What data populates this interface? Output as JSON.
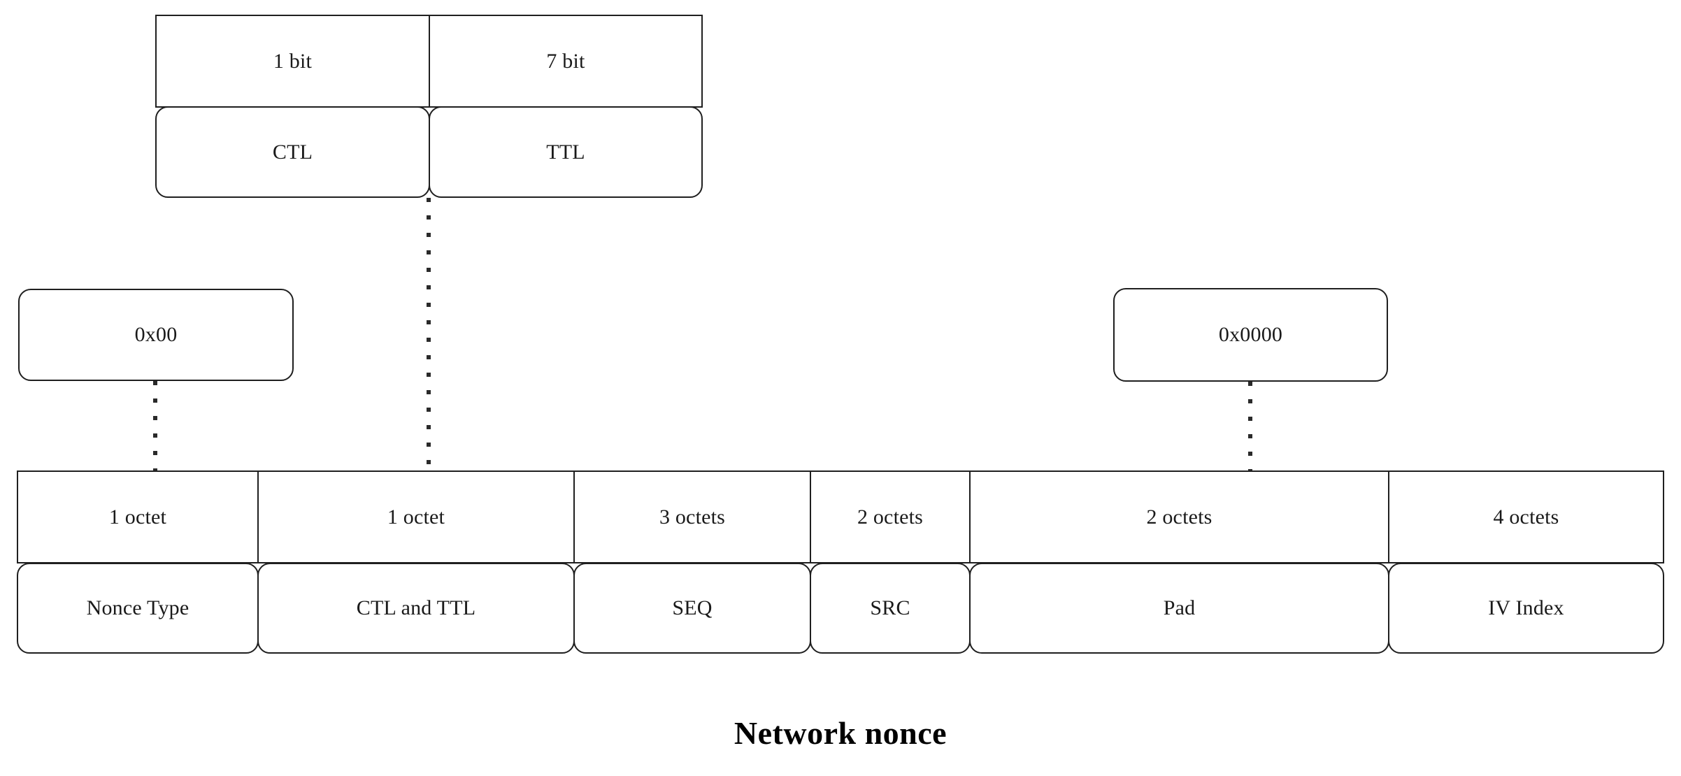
{
  "diagram": {
    "title": "Network nonce",
    "caption_color": "#000000",
    "stroke_color": "#1f1f1f",
    "background_color": "#ffffff"
  },
  "ctl_ttl_group": {
    "sizes": [
      {
        "label": "1 bit"
      },
      {
        "label": "7 bit"
      }
    ],
    "fields": [
      {
        "label": "CTL"
      },
      {
        "label": "TTL"
      }
    ]
  },
  "callouts": [
    {
      "name": "nonce-type-value",
      "label": "0x00"
    },
    {
      "name": "pad-value",
      "label": "0x0000"
    }
  ],
  "nonce_structure": {
    "sizes": [
      {
        "label": "1 octet"
      },
      {
        "label": "1 octet"
      },
      {
        "label": "3 octets"
      },
      {
        "label": "2 octets"
      },
      {
        "label": "2 octets"
      },
      {
        "label": "4 octets"
      }
    ],
    "fields": [
      {
        "label": "Nonce Type"
      },
      {
        "label": "CTL and TTL"
      },
      {
        "label": "SEQ"
      },
      {
        "label": "SRC"
      },
      {
        "label": "Pad"
      },
      {
        "label": "IV Index"
      }
    ]
  }
}
